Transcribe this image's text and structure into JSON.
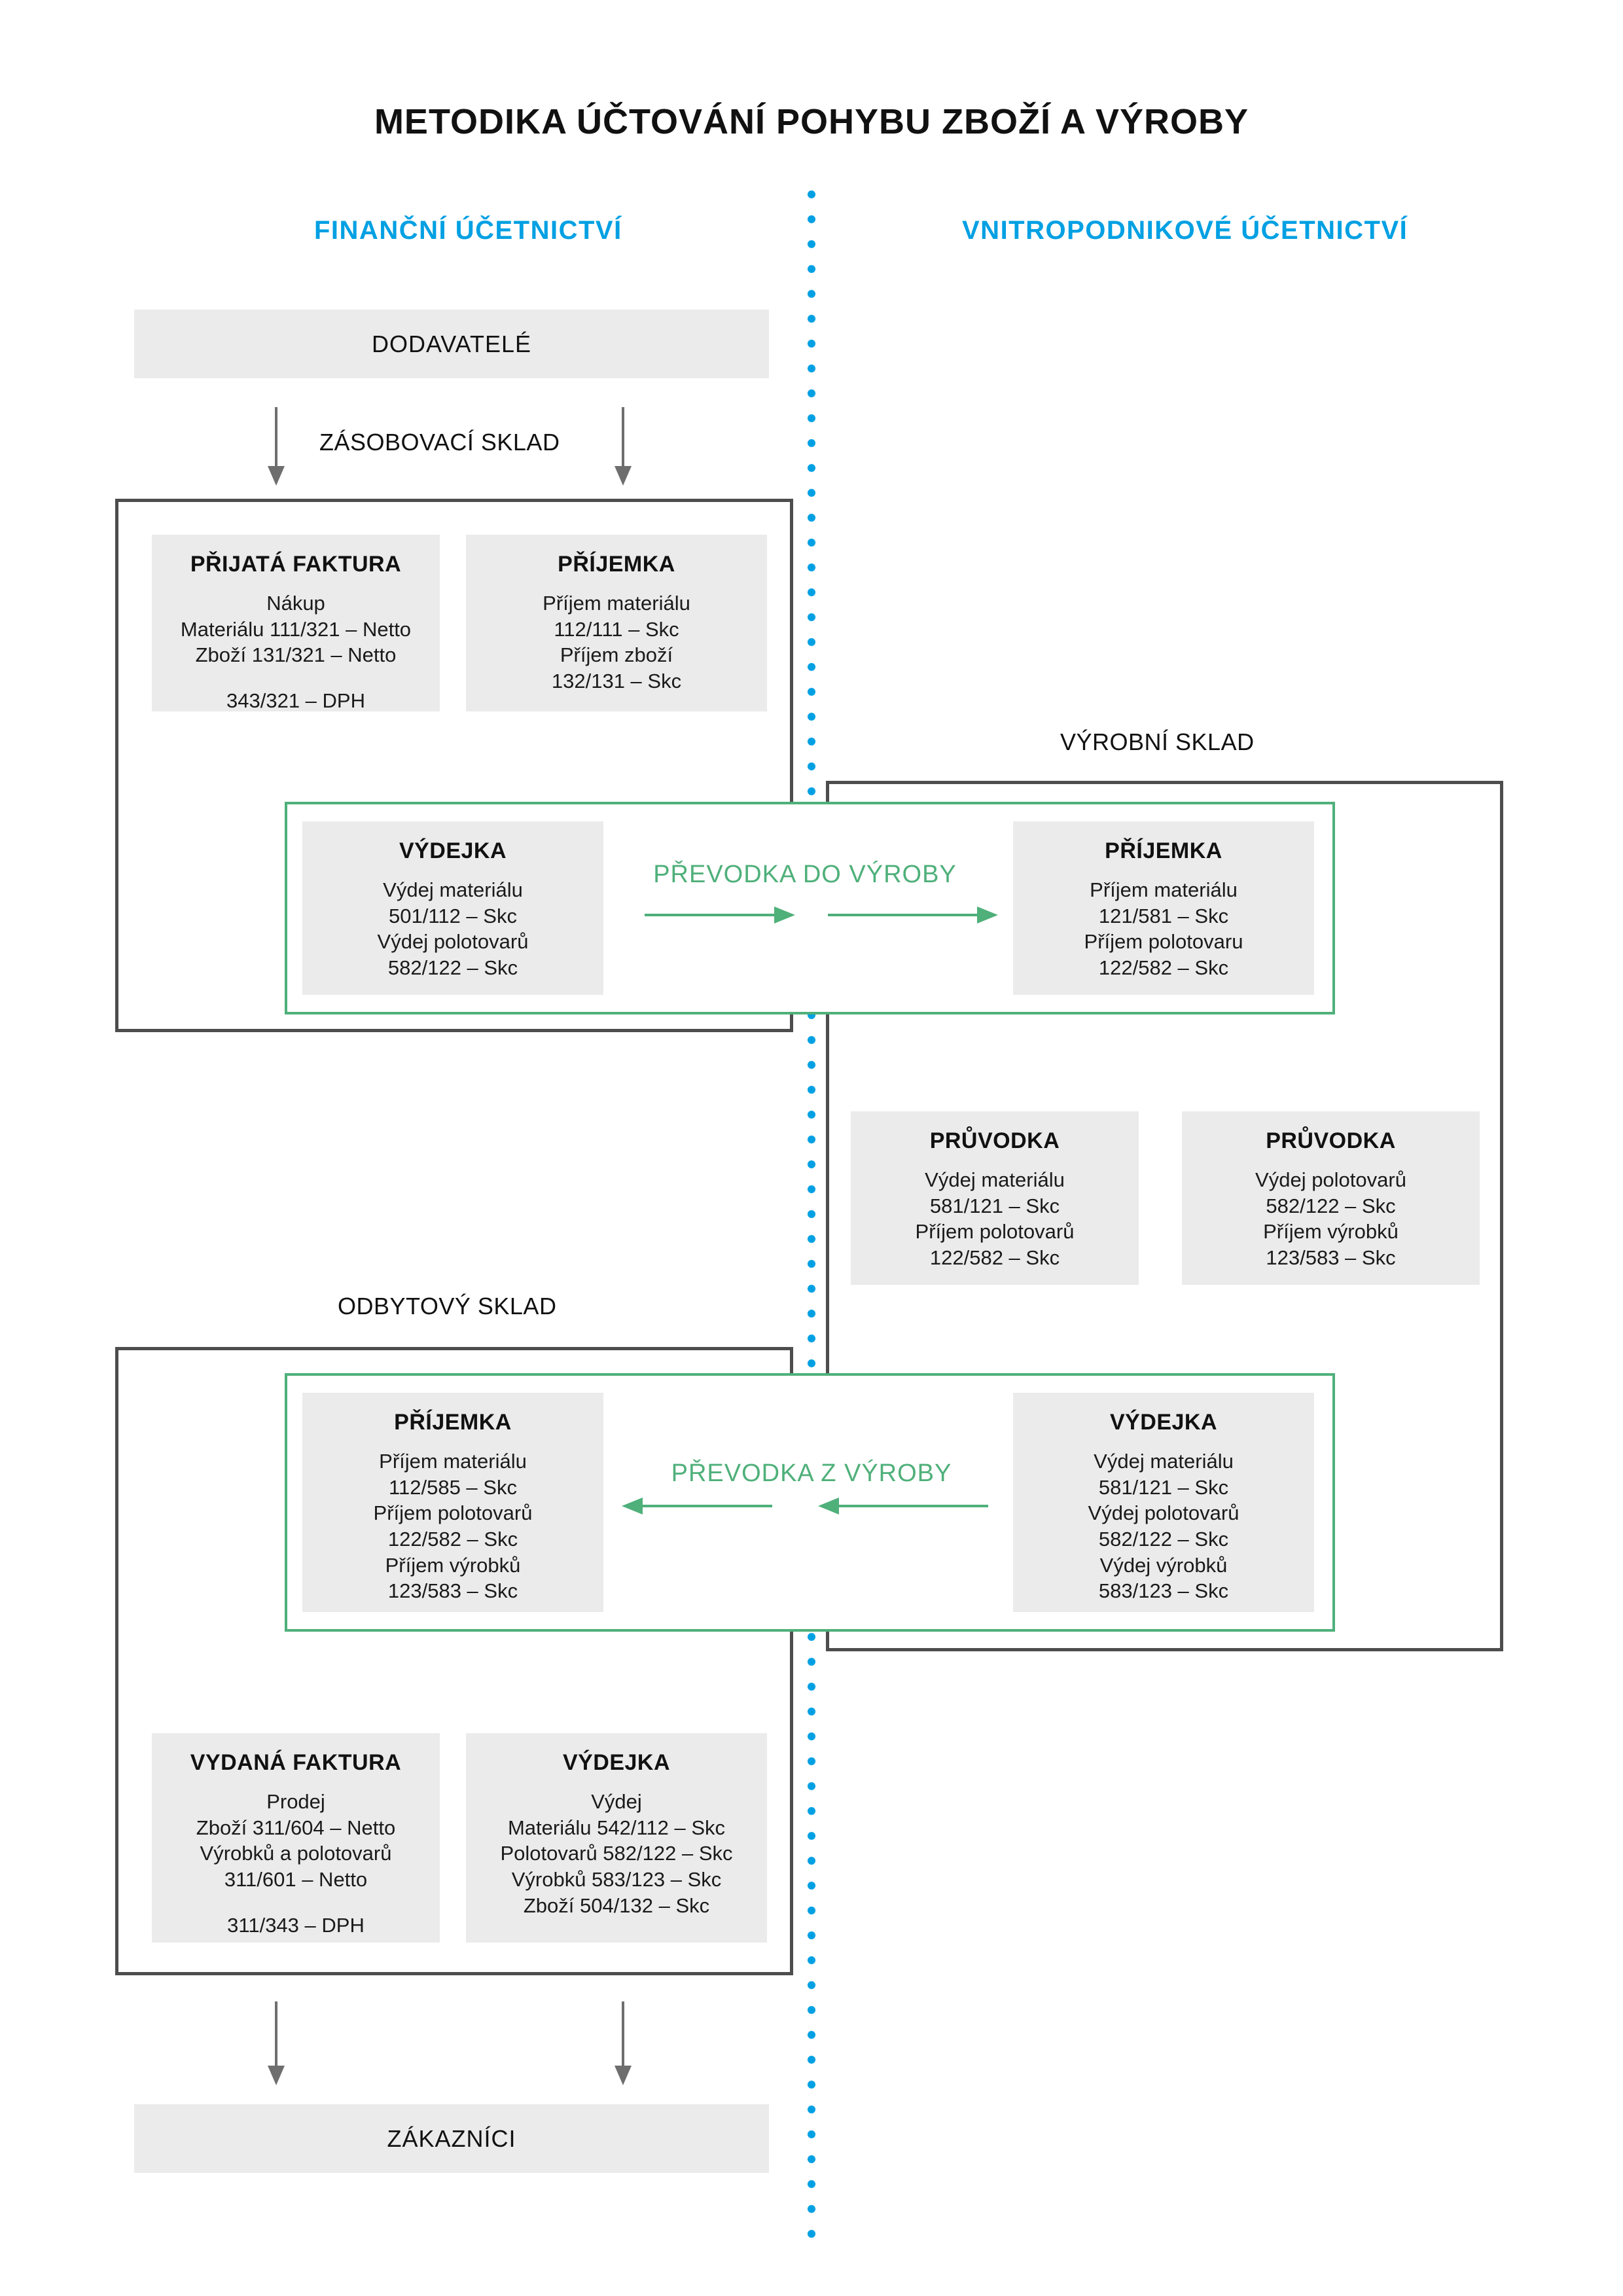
{
  "colors": {
    "accent_blue": "#00a0e3",
    "accent_green": "#4fb07a",
    "card_gray": "#ebebeb",
    "frame_gray": "#4d4d4d",
    "arrow_gray": "#6e6e6e"
  },
  "title": "METODIKA ÚČTOVÁNÍ POHYBU ZBOŽÍ A VÝROBY",
  "columns": {
    "financial": "FINANČNÍ ÚČETNICTVÍ",
    "internal": "VNITROPODNIKOVÉ ÚČETNICTVÍ"
  },
  "banners": {
    "suppliers": "DODAVATELÉ",
    "customers": "ZÁKAZNÍCI"
  },
  "section_labels": {
    "supply_warehouse": "ZÁSOBOVACÍ SKLAD",
    "production_warehouse": "VÝROBNÍ SKLAD",
    "sales_warehouse": "ODBYTOVÝ SKLAD"
  },
  "transfer_labels": {
    "to_production": "PŘEVODKA  DO VÝROBY",
    "from_production": "PŘEVODKA  Z VÝROBY"
  },
  "cards": {
    "received_invoice": {
      "title": "PŘIJATÁ FAKTURA",
      "lines": [
        "Nákup",
        "Materiálu 111/321 – Netto",
        "Zboží 131/321 – Netto"
      ],
      "extra": "343/321 – DPH"
    },
    "receipt_supply": {
      "title": "PŘÍJEMKA",
      "lines": [
        "Příjem materiálu",
        "112/111 – Skc",
        "Příjem zboží",
        "132/131 – Skc"
      ]
    },
    "issue_to_production": {
      "title": "VÝDEJKA",
      "lines": [
        "Výdej materiálu",
        "501/112 – Skc",
        "Výdej polotovarů",
        "582/122 – Skc"
      ]
    },
    "receipt_production": {
      "title": "PŘÍJEMKA",
      "lines": [
        "Příjem materiálu",
        "121/581 – Skc",
        "Příjem polotovaru",
        "122/582 – Skc"
      ]
    },
    "routing_left": {
      "title": "PRŮVODKA",
      "lines": [
        "Výdej materiálu",
        "581/121 – Skc",
        "Příjem polotovarů",
        "122/582 – Skc"
      ]
    },
    "routing_right": {
      "title": "PRŮVODKA",
      "lines": [
        "Výdej polotovarů",
        "582/122 – Skc",
        "Příjem výrobků",
        "123/583 – Skc"
      ]
    },
    "receipt_sales": {
      "title": "PŘÍJEMKA",
      "lines": [
        "Příjem materiálu",
        "112/585 – Skc",
        "Příjem polotovarů",
        "122/582 – Skc",
        "Příjem výrobků",
        "123/583 – Skc"
      ]
    },
    "issue_from_production": {
      "title": "VÝDEJKA",
      "lines": [
        "Výdej materiálu",
        "581/121 – Skc",
        "Výdej polotovarů",
        "582/122 – Skc",
        "Výdej výrobků",
        "583/123 – Skc"
      ]
    },
    "issued_invoice": {
      "title": "VYDANÁ FAKTURA",
      "lines": [
        "Prodej",
        "Zboží 311/604 – Netto",
        "Výrobků a polotovarů",
        "311/601 – Netto"
      ],
      "extra": "311/343 – DPH"
    },
    "issue_sales": {
      "title": "VÝDEJKA",
      "lines": [
        "Výdej",
        "Materiálu 542/112 – Skc",
        "Polotovarů 582/122 – Skc",
        "Výrobků 583/123 – Skc",
        "Zboží 504/132 – Skc"
      ]
    }
  }
}
